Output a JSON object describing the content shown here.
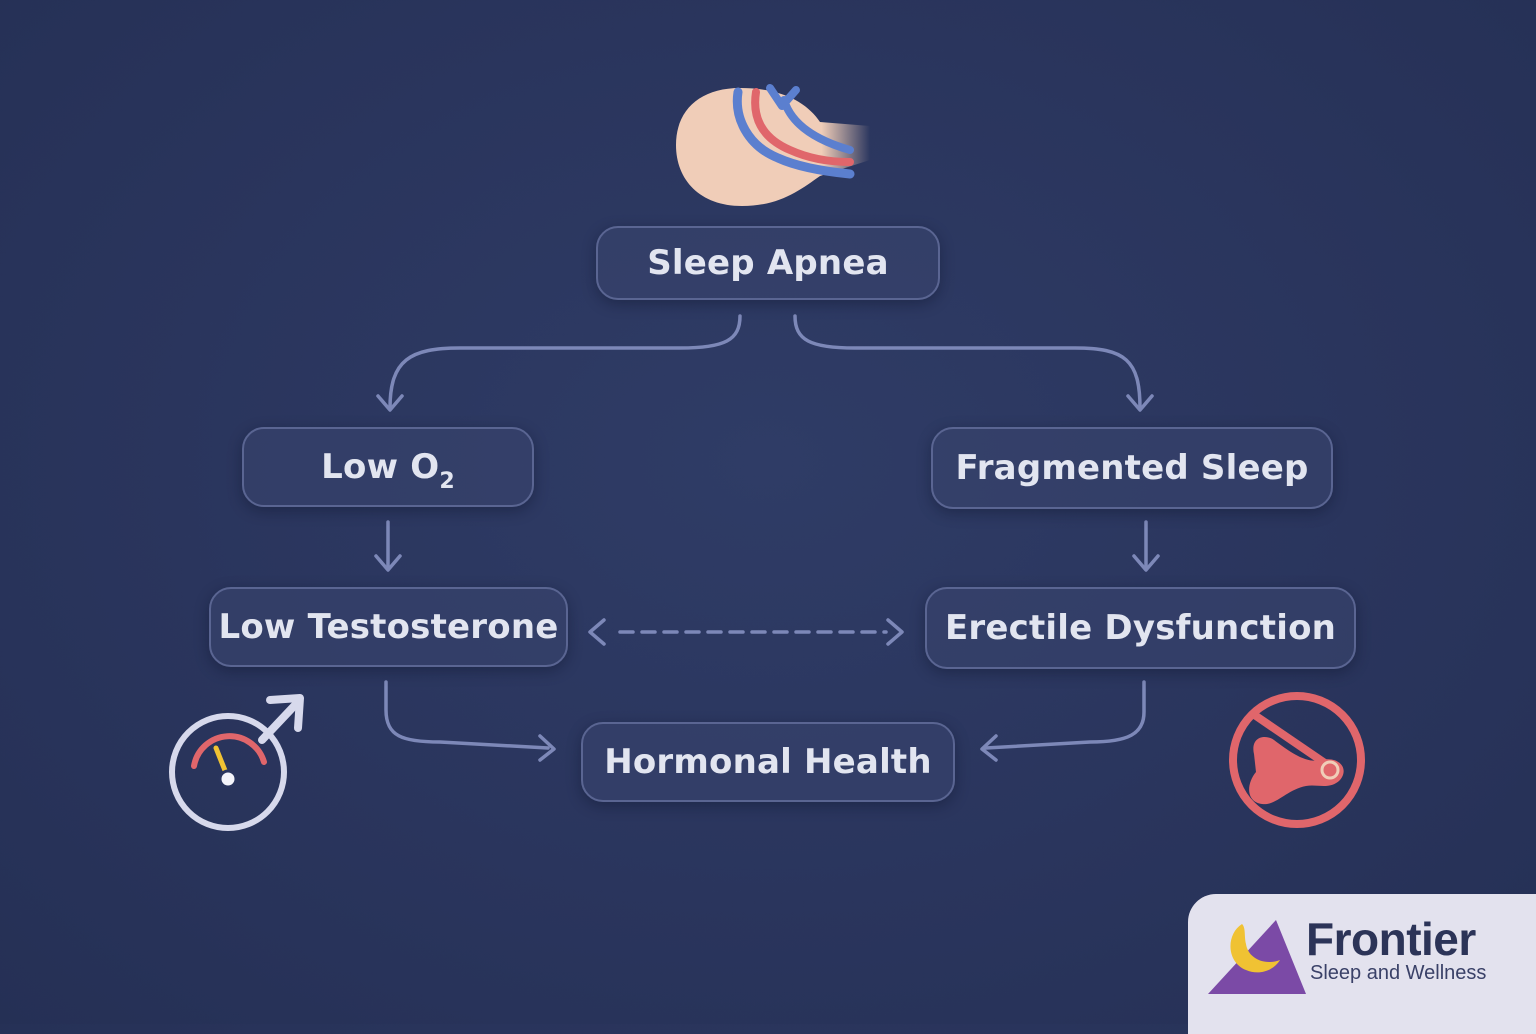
{
  "nodes": {
    "sleep_apnea": "Sleep Apnea",
    "low_o2": "Low O",
    "low_o2_subscript": "2",
    "fragmented_sleep": "Fragmented Sleep",
    "low_testosterone": "Low Testosterone",
    "erectile_dysfunction": "Erectile Dysfunction",
    "hormonal_health": "Hormonal Health"
  },
  "logo": {
    "title": "Frontier",
    "subtitle": "Sleep and Wellness"
  },
  "colors": {
    "background": "#2a355d",
    "node_border": "#5a6592",
    "arrow": "#7d88b8",
    "accent_red": "#e0666b",
    "logo_purple": "#7b4aa6",
    "logo_yellow": "#f0c233"
  },
  "icons": [
    "head-airway-icon",
    "male-gauge-icon",
    "prohibited-icon",
    "moon-mountain-logo-icon"
  ]
}
